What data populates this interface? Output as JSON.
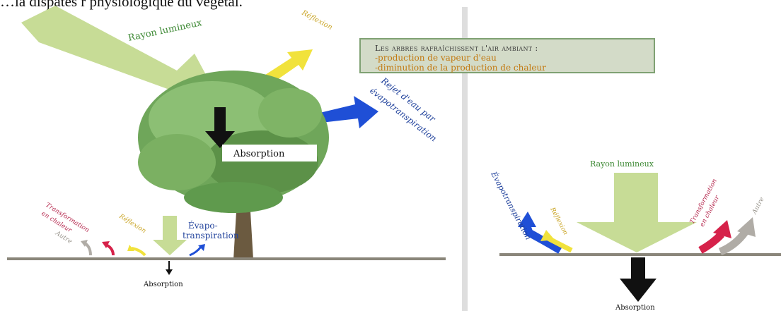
{
  "header": {
    "cut_text": "…la dispâtes r physiologique du végétal."
  },
  "info_box": {
    "title": "Les arbres rafraîchissent l'air ambiant :",
    "line1": "-production de vapeur d'eau",
    "line2": "-diminution de la production de chaleur"
  },
  "left": {
    "rayon": "Rayon lumineux",
    "reflexion": "Réflexion",
    "rejet_line1": "Rejet d'eau par",
    "rejet_line2": "évapotranspiration",
    "absorption_box": "Absorption",
    "ground_transformation_1": "Transformation",
    "ground_transformation_2": "en chaleur",
    "ground_autre": "Autre",
    "ground_reflexion": "Réflexion",
    "ground_evapo_1": "Évapo-",
    "ground_evapo_2": "transpiration",
    "ground_absorption": "Absorption"
  },
  "right": {
    "rayon": "Rayon lumineux",
    "evapo": "Évapotranspiration",
    "reflexion": "Réflexion",
    "transformation_1": "Transformation",
    "transformation_2": "en chaleur",
    "autre": "Autre",
    "absorption": "Absorption"
  },
  "colors": {
    "light_arrow": "#c7dc96",
    "reflection": "#f1e23c",
    "evaporation": "#1f4fd6",
    "heat": "#d6224a",
    "other": "#b0aca6",
    "ground": "#8a867a",
    "tree": "#6fa65a",
    "divider": "#d8d8d8"
  }
}
